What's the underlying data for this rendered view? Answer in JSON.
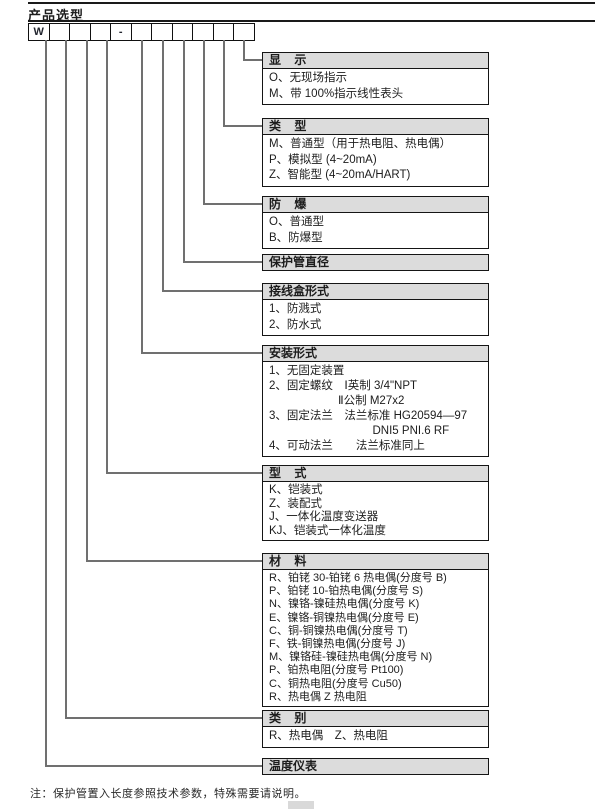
{
  "title": "产品选型",
  "note": "注：保护管置入长度参照技术参数，特殊需要请说明。",
  "model_code": {
    "cells": [
      "W",
      "",
      "",
      "",
      "-",
      "",
      "",
      "",
      "",
      "",
      ""
    ]
  },
  "sections": {
    "display": {
      "title": "显    示",
      "items": [
        "O、无现场指示",
        "M、带 100%指示线性表头"
      ]
    },
    "type": {
      "title": "类    型",
      "items": [
        "M、普通型（用于热电阻、热电偶）",
        "P、模拟型 (4~20mA)",
        "Z、智能型 (4~20mA/HART)"
      ]
    },
    "explosion": {
      "title": "防    爆",
      "items": [
        "O、普通型",
        "B、防爆型"
      ]
    },
    "tube": {
      "title": "保护管直径",
      "items": []
    },
    "junction": {
      "title": "接线盒形式",
      "items": [
        "1、防溅式",
        "2、防水式"
      ]
    },
    "mounting": {
      "title": "安装形式",
      "items": [
        "1、无固定装置",
        "2、固定螺纹　Ⅰ英制 3/4\"NPT",
        "　　　　　　Ⅱ公制 M27x2",
        "3、固定法兰　法兰标准 HG20594—97",
        "　　　　　　　　　DNI5 PNI.6 RF",
        "4、可动法兰　　法兰标准同上"
      ]
    },
    "model": {
      "title": "型    式",
      "items": [
        "K、铠装式",
        "Z、装配式",
        "J、一体化温度变送器",
        "KJ、铠装式一体化温度"
      ]
    },
    "material": {
      "title": "材    料",
      "items": [
        "R、铂铑 30-铂铑 6 热电偶(分度号 B)",
        "P、铂铑 10-铂热电偶(分度号 S)",
        "N、镍铬-镍硅热电偶(分度号 K)",
        "E、镍铬-铜镍热电偶(分度号 E)",
        "C、铜-铜镍热电偶(分度号 T)",
        "F、铁-铜镍热电偶(分度号 J)",
        "M、镍铬硅-镍硅热电偶(分度号 N)",
        "P、铂热电阻(分度号 Pt100)",
        "C、铜热电阻(分度号 Cu50)",
        "R、热电偶 Z 热电阻"
      ]
    },
    "category": {
      "title": "类    别",
      "items": [
        "R、热电偶　Z、热电阻"
      ]
    },
    "temp": {
      "title": "温度仪表",
      "items": []
    }
  },
  "colors": {
    "header_bg": "#dcdcdc",
    "box_border": "#151515",
    "connector": "#707070"
  }
}
